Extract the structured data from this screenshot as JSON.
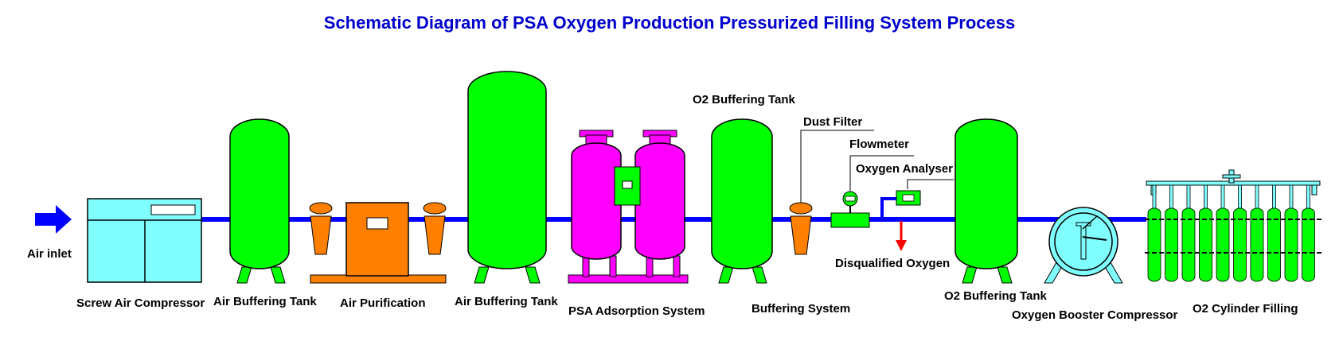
{
  "title": "Schematic Diagram of PSA Oxygen Production Pressurized Filling System Process",
  "colors": {
    "pipe": "#0000ff",
    "tank_green": "#00ff00",
    "psa_magenta": "#ff00ff",
    "purifier_orange": "#ff8000",
    "compressor_cyan": "#80ffff",
    "reject_arrow": "#ff0000",
    "title_blue": "#0000cc"
  },
  "labels": {
    "air_inlet": "Air inlet",
    "screw_air_compressor": "Screw Air Compressor",
    "air_buffering_tank_1": "Air Buffering Tank",
    "air_purification": "Air Purification",
    "air_buffering_tank_2": "Air Buffering Tank",
    "psa_adsorption_system": "PSA Adsorption System",
    "o2_buffering_tank_top": "O2 Buffering Tank",
    "buffering_system": "Buffering System",
    "dust_filter": "Dust Filter",
    "flowmeter": "Flowmeter",
    "oxygen_analyser": "Oxygen Analyser",
    "disqualified_oxygen": "Disqualified Oxygen",
    "o2_buffering_tank_bottom": "O2 Buffering Tank",
    "oxygen_booster_compressor": "Oxygen Booster Compressor",
    "o2_cylinder_filling": "O2 Cylinder Filling"
  }
}
